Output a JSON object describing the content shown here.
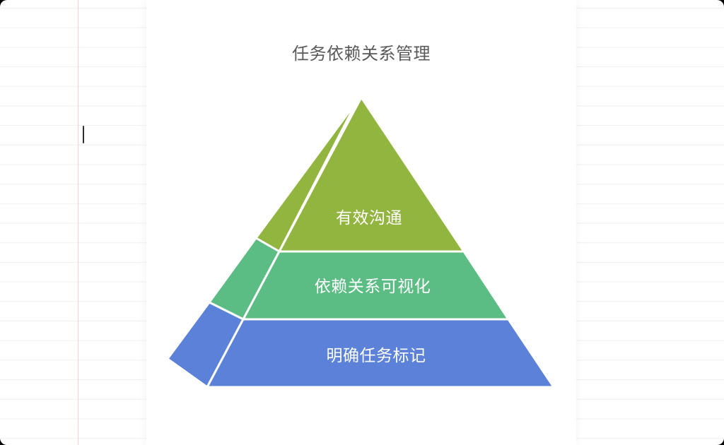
{
  "title": "任务依赖关系管理",
  "title_color": "#595959",
  "pyramid": {
    "label_color": "#ffffff",
    "levels": [
      {
        "label": "有效沟通",
        "color": "#92b540"
      },
      {
        "label": "依赖关系可视化",
        "color": "#5cbd84"
      },
      {
        "label": "明确任务标记",
        "color": "#5b82d8"
      }
    ]
  },
  "notebook": {
    "line_color": "#f0f0f0",
    "margin_line_color": "#f3d6d1"
  }
}
